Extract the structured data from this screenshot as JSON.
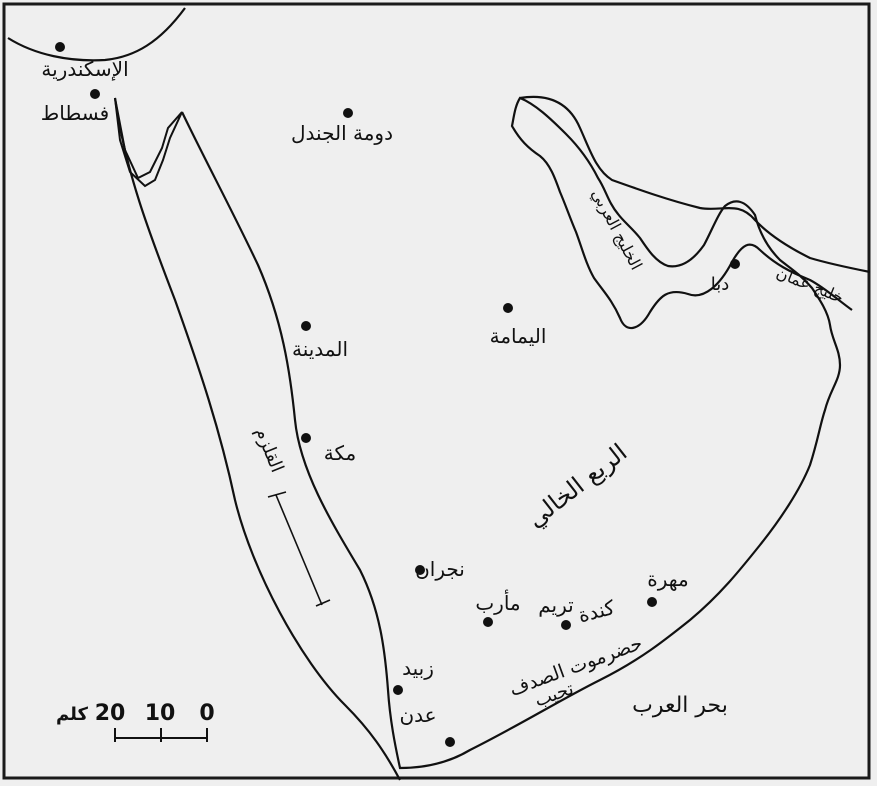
{
  "places": [
    {
      "name": "الإسكندرية"
    },
    {
      "name": "فسطاط"
    },
    {
      "name": "دومة الجندل"
    },
    {
      "name": "المدينة"
    },
    {
      "name": "اليمامة"
    },
    {
      "name": "مكة"
    },
    {
      "name": "دبا"
    },
    {
      "name": "نجران"
    },
    {
      "name": "مأرب"
    },
    {
      "name": "تريم"
    },
    {
      "name": "كندة"
    },
    {
      "name": "مهرة"
    },
    {
      "name": "زبيد"
    },
    {
      "name": "عدن"
    }
  ],
  "regions": {
    "arabian_gulf": "الخليج العربي",
    "gulf_of_oman": "خليج عمان",
    "empty_quarter": "الربع الخالي",
    "red_sea": "القلزم",
    "arabian_sea": "بحر العرب",
    "hadramawt": "حضرموت الصدف",
    "tujib": "تجيب"
  },
  "scale_bar": {
    "ticks": [
      "0",
      "10",
      "20"
    ],
    "unit": "كلم"
  },
  "colors": {
    "paper": "#efefef",
    "ink": "#111111",
    "frame": "#1a1a1a"
  }
}
